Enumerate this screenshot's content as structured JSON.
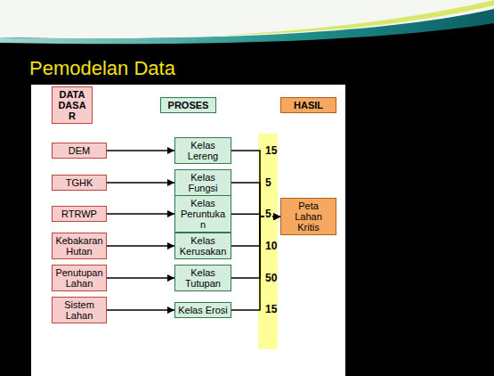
{
  "diagram": {
    "title": "Pemodelan Data",
    "nodes": [
      {
        "text": [
          "DATA DASAR"
        ]
      },
      {
        "text": [
          "PROSES"
        ]
      },
      {
        "text": [
          "HASIL"
        ]
      },
      {
        "text": [
          "DEM"
        ]
      },
      {
        "text": [
          "Kelas Lereng"
        ]
      },
      {
        "text": [
          "TGHK"
        ]
      },
      {
        "text": [
          "Kelas Fungsi"
        ]
      },
      {
        "text": [
          "RTRWP"
        ]
      },
      {
        "text": [
          "Kelas Peruntukan"
        ]
      },
      {
        "text": [
          "Peta Lahan Kritis"
        ]
      },
      {
        "text": [
          "Kebakaran Hutan"
        ]
      },
      {
        "text": [
          "Kelas Kerusakan"
        ]
      },
      {
        "text": [
          "Penutupan Lahan"
        ]
      },
      {
        "text": [
          "Kelas Tutupan"
        ]
      },
      {
        "text": [
          "Sistem Lahan"
        ]
      },
      {
        "text": [
          "Kelas Erosi"
        ]
      }
    ],
    "edges": [
      {
        "from": 3,
        "to": 4,
        "arrow": "to"
      },
      {
        "from": 5,
        "to": 6,
        "arrow": "to"
      },
      {
        "from": 7,
        "to": 8,
        "arrow": "to"
      },
      {
        "from": 10,
        "to": 11,
        "arrow": "to"
      },
      {
        "from": 12,
        "to": 13,
        "arrow": "to"
      },
      {
        "from": 14,
        "to": 15,
        "arrow": "to"
      },
      {
        "from": 4,
        "to": 9,
        "label": "15",
        "arrow": "to"
      },
      {
        "from": 6,
        "to": 9,
        "label": "5",
        "arrow": "to"
      },
      {
        "from": 8,
        "to": 9,
        "label": "5",
        "arrow": "to"
      },
      {
        "from": 11,
        "to": 9,
        "label": "10",
        "arrow": "to"
      },
      {
        "from": 13,
        "to": 9,
        "label": "50",
        "arrow": "to"
      },
      {
        "from": 15,
        "to": 9,
        "label": "15",
        "arrow": "to"
      }
    ]
  }
}
